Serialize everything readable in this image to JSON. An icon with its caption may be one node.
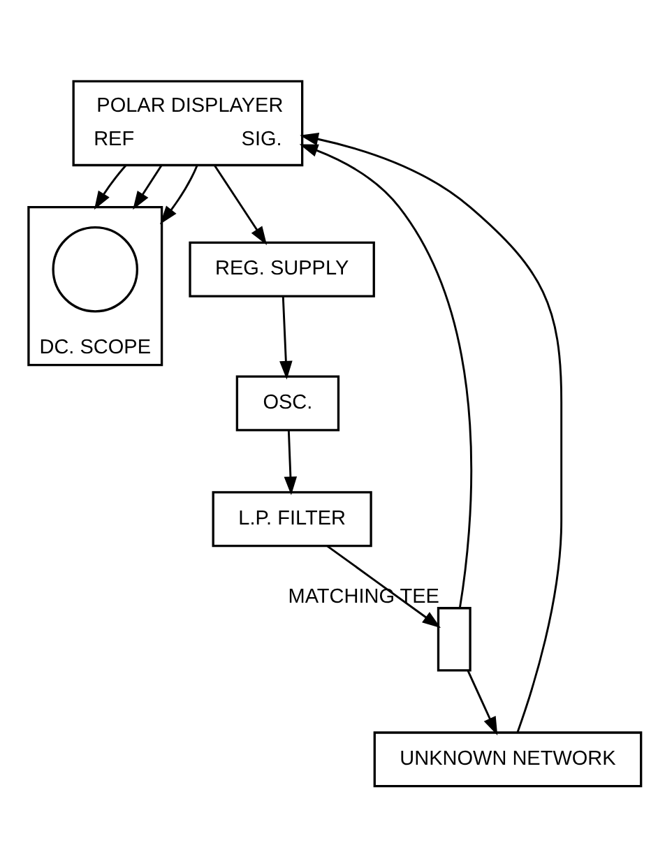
{
  "diagram": {
    "nodes": [
      {
        "text": [
          "DC. SCOPE"
        ]
      },
      {
        "text": [],
        "shape": "circle",
        "in": 0
      },
      {
        "text": [
          "REG. SUPPLY"
        ]
      },
      {
        "text": [
          "OSC."
        ]
      },
      {
        "text": [
          "POLAR DISPLAYER",
          "REF",
          "SIG."
        ]
      },
      {
        "text": [
          "L.P. FILTER"
        ]
      },
      {
        "text": [],
        "shape": "box",
        "beside": [
          "MATCHING TEE"
        ]
      },
      {
        "text": [
          "UNKNOWN NETWORK"
        ]
      }
    ],
    "edges": [
      {
        "from": 4,
        "to": 0,
        "arrow": "to"
      },
      {
        "from": 4,
        "to": 0,
        "arrow": "to"
      },
      {
        "from": 4,
        "to": 0,
        "arrow": "to"
      },
      {
        "from": 4,
        "to": 2,
        "arrow": "to"
      },
      {
        "from": 2,
        "to": 3,
        "arrow": "to"
      },
      {
        "from": 3,
        "to": 5,
        "arrow": "to"
      },
      {
        "from": 5,
        "to": 6,
        "arrow": "to"
      },
      {
        "from": 6,
        "to": 4,
        "arrow": "to"
      },
      {
        "from": 6,
        "to": 7,
        "arrow": "to"
      },
      {
        "from": 7,
        "to": 4,
        "arrow": "to"
      }
    ]
  }
}
